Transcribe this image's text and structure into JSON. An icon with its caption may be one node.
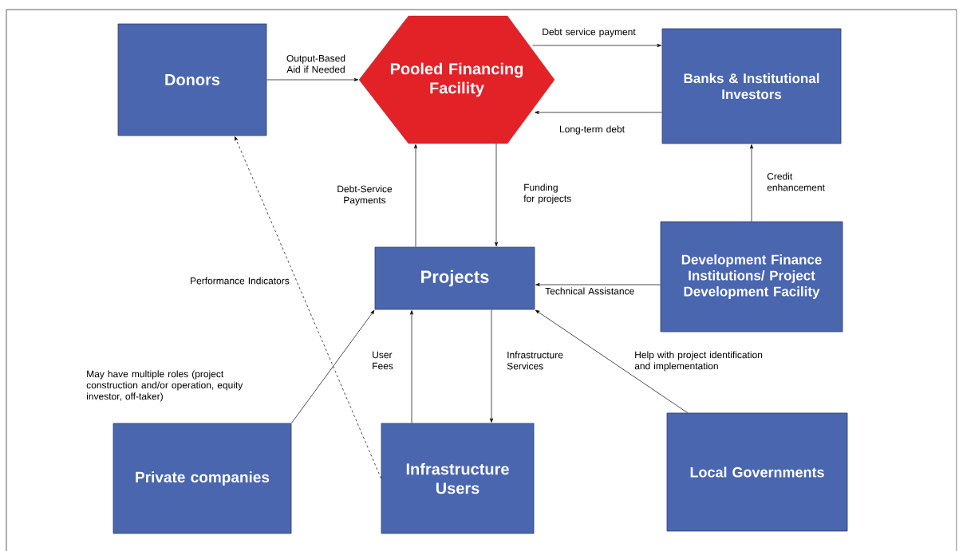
{
  "diagram": {
    "nodes": [
      {
        "text": [
          "Donors"
        ]
      },
      {
        "text": [
          "Pooled Financing Facility"
        ]
      },
      {
        "text": [
          "Banks & Institutional Investors"
        ]
      },
      {
        "text": [
          "Projects"
        ]
      },
      {
        "text": [
          "Development Finance Institutions/ Project Development Facility"
        ]
      },
      {
        "text": [
          "Private companies"
        ]
      },
      {
        "text": [
          "Infrastructure Users"
        ]
      },
      {
        "text": [
          "Local Governments"
        ]
      }
    ],
    "edges": [
      {
        "from": 0,
        "to": 1,
        "arrow": "to",
        "label": "Output-Based Aid if Needed"
      },
      {
        "from": 1,
        "to": 2,
        "arrow": "to",
        "label": "Debt service payment"
      },
      {
        "from": 2,
        "to": 1,
        "arrow": "to",
        "label": "Long-term debt"
      },
      {
        "from": 3,
        "to": 1,
        "arrow": "to",
        "label": "Debt-Service Payments"
      },
      {
        "from": 1,
        "to": 3,
        "arrow": "to",
        "label": "Funding for projects"
      },
      {
        "from": 4,
        "to": 2,
        "arrow": "to",
        "label": "Credit enhancement"
      },
      {
        "from": 4,
        "to": 3,
        "arrow": "to",
        "label": "Technical Assistance"
      },
      {
        "from": 5,
        "to": 3,
        "arrow": "to"
      },
      {
        "from": 6,
        "to": 3,
        "arrow": "to",
        "label": "User Fees"
      },
      {
        "from": 3,
        "to": 6,
        "arrow": "to",
        "label": "Infrastructure Services"
      },
      {
        "from": 7,
        "to": 3,
        "arrow": "to",
        "label": "Help with project identification and implementation"
      },
      {
        "from": 6,
        "to": 0,
        "arrow": "to",
        "label": "Performance Indicators",
        "style": "dashed"
      }
    ],
    "labels": [
      "May have multiple roles (project construction and/or operation, equity investor, off-taker)"
    ]
  }
}
